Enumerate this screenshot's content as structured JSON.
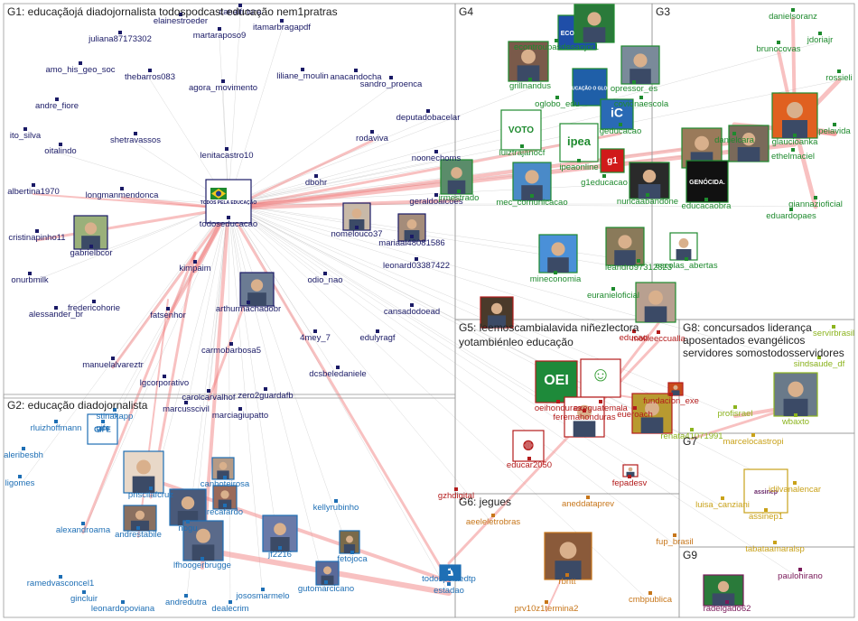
{
  "groups": [
    {
      "id": "G1",
      "label": "G1: educaçãojá diadojornalista todospodcast educação nem1pratras",
      "color": "#1a1a66"
    },
    {
      "id": "G2",
      "label": "G2: educação diadojornalista",
      "color": "#1e6fb5"
    },
    {
      "id": "G3",
      "label": "G3",
      "color": "#1e8a2e"
    },
    {
      "id": "G4",
      "label": "G4",
      "color": "#1e8a2e"
    },
    {
      "id": "G5",
      "label": "G5: leemoscambialavida niñezlectora yotambiénleo educação",
      "color": "#b31b1b"
    },
    {
      "id": "G6",
      "label": "G6: jegues",
      "color": "#c7761a"
    },
    {
      "id": "G7",
      "label": "G7",
      "color": "#c9a21a"
    },
    {
      "id": "G8",
      "label": "G8: concursados liderança aposentados evangélicos servidores somostodosservidores",
      "color": "#8cb41e"
    },
    {
      "id": "G9",
      "label": "G9",
      "color": "#7a1a5a"
    }
  ],
  "nodes": [
    {
      "label": "canalfutura",
      "group": "G1"
    },
    {
      "label": "elainestroeder",
      "group": "G1"
    },
    {
      "label": "itamarbragapdf",
      "group": "G1"
    },
    {
      "label": "juliana87173302",
      "group": "G1"
    },
    {
      "label": "martaraposo9",
      "group": "G1"
    },
    {
      "label": "amo_his_geo_soc",
      "group": "G1"
    },
    {
      "label": "thebarros083",
      "group": "G1"
    },
    {
      "label": "anacandocha",
      "group": "G1"
    },
    {
      "label": "agora_movimento",
      "group": "G1"
    },
    {
      "label": "liliane_moulin",
      "group": "G1"
    },
    {
      "label": "sandro_proenca",
      "group": "G1"
    },
    {
      "label": "andre_fiore",
      "group": "G1"
    },
    {
      "label": "deputadobacelar",
      "group": "G1"
    },
    {
      "label": "ito_silva",
      "group": "G1"
    },
    {
      "label": "shetravassos",
      "group": "G1"
    },
    {
      "label": "rodaviva",
      "group": "G1"
    },
    {
      "label": "oitalindo",
      "group": "G1"
    },
    {
      "label": "lenitacastro10",
      "group": "G1"
    },
    {
      "label": "noonechoms",
      "group": "G1"
    },
    {
      "label": "albertina1970",
      "group": "G1"
    },
    {
      "label": "longmanmendonca",
      "group": "G1"
    },
    {
      "label": "dbohr",
      "group": "G1"
    },
    {
      "label": "geraldoalcoes",
      "group": "G1"
    },
    {
      "label": "todoseducacao",
      "group": "G1"
    },
    {
      "label": "nomelouco37",
      "group": "G1"
    },
    {
      "label": "mariaal48081586",
      "group": "G1"
    },
    {
      "label": "cristinapinho11",
      "group": "G1"
    },
    {
      "label": "gabrielbcor",
      "group": "G1"
    },
    {
      "label": "leonard03387422",
      "group": "G1"
    },
    {
      "label": "onurbmilk",
      "group": "G1"
    },
    {
      "label": "kimpaim",
      "group": "G1"
    },
    {
      "label": "odio_nao",
      "group": "G1"
    },
    {
      "label": "fredericohorie",
      "group": "G1"
    },
    {
      "label": "alessander_br",
      "group": "G1"
    },
    {
      "label": "fatsenhor",
      "group": "G1"
    },
    {
      "label": "arthurmachadobr",
      "group": "G1"
    },
    {
      "label": "cansadodoead",
      "group": "G1"
    },
    {
      "label": "4mey_7",
      "group": "G1"
    },
    {
      "label": "edulyragf",
      "group": "G1"
    },
    {
      "label": "manuelalvareztr",
      "group": "G1"
    },
    {
      "label": "carmobarbosa5",
      "group": "G1"
    },
    {
      "label": "dcsbeledaniele",
      "group": "G1"
    },
    {
      "label": "lgcorporativo",
      "group": "G1"
    },
    {
      "label": "carolcarvalhof",
      "group": "G1"
    },
    {
      "label": "zero2guardafb",
      "group": "G1"
    },
    {
      "label": "marcusscivil",
      "group": "G1"
    },
    {
      "label": "marciagiupatto",
      "group": "G1"
    },
    {
      "label": "stinakapp",
      "group": "G2"
    },
    {
      "label": "rluizhoffmann",
      "group": "G2"
    },
    {
      "label": "gife",
      "group": "G2"
    },
    {
      "label": "aleribesbh",
      "group": "G2"
    },
    {
      "label": "ligomes",
      "group": "G2"
    },
    {
      "label": "canhoteirosa",
      "group": "G2"
    },
    {
      "label": "priscilafcruz",
      "group": "G2"
    },
    {
      "label": "recafardo",
      "group": "G2"
    },
    {
      "label": "alexandroama",
      "group": "G2"
    },
    {
      "label": "andrestabile",
      "group": "G2"
    },
    {
      "label": "nogu",
      "group": "G2"
    },
    {
      "label": "kellyrubinho",
      "group": "G2"
    },
    {
      "label": "jf2216",
      "group": "G2"
    },
    {
      "label": "lfhoogerbrugge",
      "group": "G2"
    },
    {
      "label": "fetojoca",
      "group": "G2"
    },
    {
      "label": "ramedvasconcel1",
      "group": "G2"
    },
    {
      "label": "gutomarcicano",
      "group": "G2"
    },
    {
      "label": "gincluir",
      "group": "G2"
    },
    {
      "label": "andredutra",
      "group": "G2"
    },
    {
      "label": "jososmarmelo",
      "group": "G2"
    },
    {
      "label": "leonardopoviana",
      "group": "G2"
    },
    {
      "label": "dealecrim",
      "group": "G2"
    },
    {
      "label": "todospelaedtp",
      "group": "G2"
    },
    {
      "label": "estadao",
      "group": "G2"
    },
    {
      "label": "econtroupasdesaojor1",
      "group": "G4"
    },
    {
      "label": "grillnandus",
      "group": "G4"
    },
    {
      "label": "opressor_es",
      "group": "G4"
    },
    {
      "label": "covidnaescola",
      "group": "G4"
    },
    {
      "label": "oglobo_edu",
      "group": "G4"
    },
    {
      "label": "geducacao",
      "group": "G4"
    },
    {
      "label": "luiztrajanocf",
      "group": "G4"
    },
    {
      "label": "ipeaonline",
      "group": "G4"
    },
    {
      "label": "jrmestrado",
      "group": "G4"
    },
    {
      "label": "g1educacao",
      "group": "G4"
    },
    {
      "label": "mec_comunicacao",
      "group": "G4"
    },
    {
      "label": "nuncaabandone",
      "group": "G4"
    },
    {
      "label": "mineconomia",
      "group": "G4"
    },
    {
      "label": "leandro97312823",
      "group": "G4"
    },
    {
      "label": "euranieloficial",
      "group": "G4"
    },
    {
      "label": "escolas_abertas",
      "group": "G4"
    },
    {
      "label": "danielsoranz",
      "group": "G3"
    },
    {
      "label": "jdoriajr",
      "group": "G3"
    },
    {
      "label": "brunocovas",
      "group": "G3"
    },
    {
      "label": "rossieli",
      "group": "G3"
    },
    {
      "label": "pelavida",
      "group": "G3"
    },
    {
      "label": "glaucioanka",
      "group": "G3"
    },
    {
      "label": "ethelmaciel",
      "group": "G3"
    },
    {
      "label": "danielcara",
      "group": "G3"
    },
    {
      "label": "educacaobra",
      "group": "G3"
    },
    {
      "label": "giannazioficial",
      "group": "G3"
    },
    {
      "label": "eduardopaes",
      "group": "G3"
    },
    {
      "label": "mollieeccualla",
      "group": "G5"
    },
    {
      "label": "educaci",
      "group": "G5"
    },
    {
      "label": "oeihonduras",
      "group": "G5"
    },
    {
      "label": "exeguatemala",
      "group": "G5"
    },
    {
      "label": "fundacion_exe",
      "group": "G5"
    },
    {
      "label": "feremahonduras",
      "group": "G5"
    },
    {
      "label": "eueroach",
      "group": "G5"
    },
    {
      "label": "educar2050",
      "group": "G5"
    },
    {
      "label": "fepadesv",
      "group": "G5"
    },
    {
      "label": "gzhdigital",
      "group": "G5"
    },
    {
      "label": "sindsaude_df",
      "group": "G8"
    },
    {
      "label": "servirbrasil",
      "group": "G8"
    },
    {
      "label": "profisrael",
      "group": "G8"
    },
    {
      "label": "wbaxto",
      "group": "G8"
    },
    {
      "label": "renata41071991",
      "group": "G8"
    },
    {
      "label": "marcelocastropi",
      "group": "G7"
    },
    {
      "label": "idilvanalencar",
      "group": "G7"
    },
    {
      "label": "assinep1",
      "group": "G7"
    },
    {
      "label": "luisa_canziani",
      "group": "G7"
    },
    {
      "label": "tabataamaralsp",
      "group": "G7"
    },
    {
      "label": "aeeleletrobras",
      "group": "G6"
    },
    {
      "label": "aneddataprev",
      "group": "G6"
    },
    {
      "label": "fup_brasil",
      "group": "G6"
    },
    {
      "label": "rbntt",
      "group": "G6"
    },
    {
      "label": "cmbpublica",
      "group": "G6"
    },
    {
      "label": "prv10z1termina2",
      "group": "G6"
    },
    {
      "label": "paulohirano",
      "group": "G9"
    },
    {
      "label": "radelgado62",
      "group": "G9"
    }
  ],
  "images": {
    "econotw": "ECONOTW",
    "educacao_oglobo": "EDUCAÇÃO O GLOBO",
    "voto": "VOTO",
    "ipea": "ipea",
    "gencida": "GENÓCIDA.",
    "oei": "OEI",
    "assinep": "assinep",
    "todos_pela": "TODOS PELA EDUCAÇÃO",
    "gife": "GIFE",
    "g1": "g1"
  },
  "colors": {
    "edge": "#c8c8c8",
    "edge_strong": "#f07878",
    "border": "#9a9a9a"
  }
}
